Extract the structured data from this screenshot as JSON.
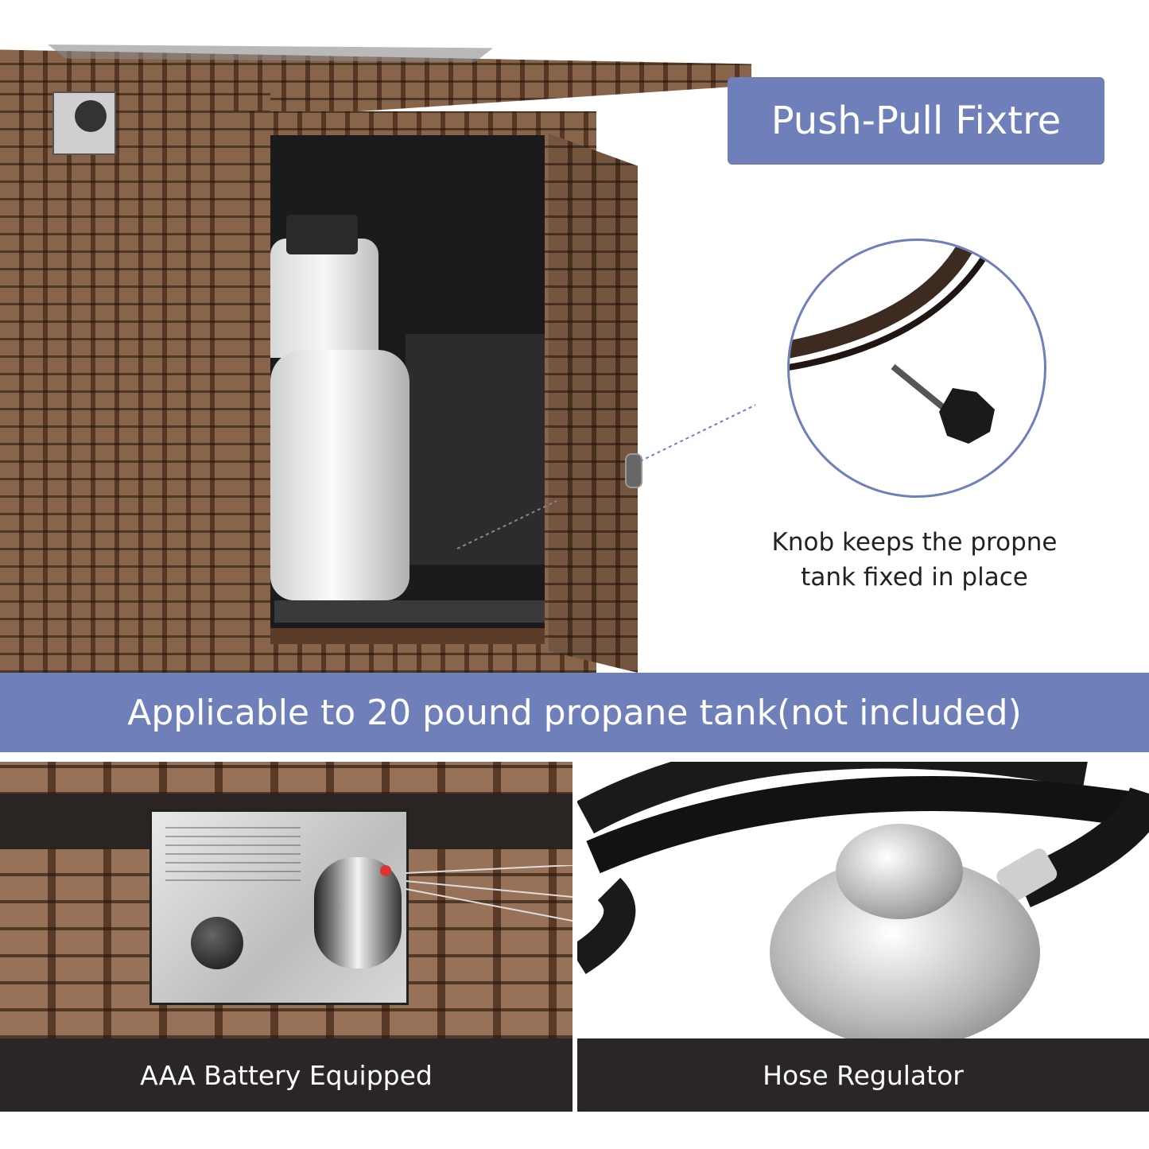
{
  "callout": {
    "title": "Push-Pull Fixtre"
  },
  "knob_caption": {
    "line1": "Knob keeps the propne",
    "line2": "tank fixed in place"
  },
  "banner": {
    "text": "Applicable to 20 pound propane tank(not included)"
  },
  "panels": [
    {
      "label": "AAA Battery Equipped"
    },
    {
      "label": "Hose Regulator"
    }
  ],
  "colors": {
    "accent": "#6e7fba",
    "label_bg": "#2a2627",
    "wicker": "#6e4a31"
  }
}
